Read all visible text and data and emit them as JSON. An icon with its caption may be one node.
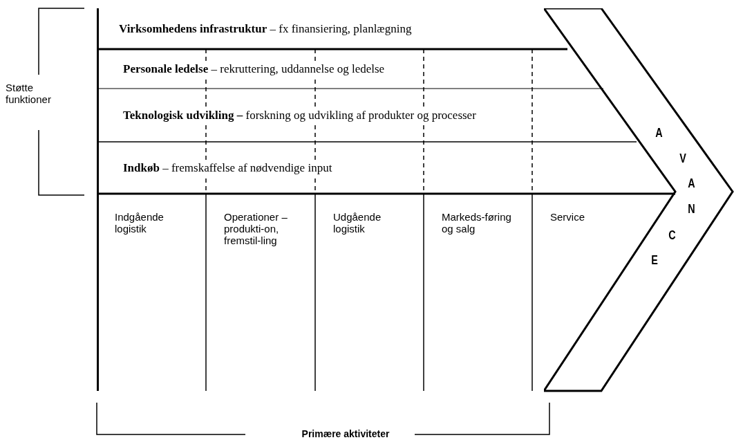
{
  "diagram": {
    "nodes": [
      {
        "text": [
          "**Virksomhedens infrastruktur** –  fx finansiering, planlægning"
        ]
      },
      {
        "text": [
          "**Personale ledelse** – rekruttering, uddannelse og ledelse"
        ]
      },
      {
        "text": [
          "**Teknologisk udvikling –** forskning og udvikling af produkter og processer"
        ]
      },
      {
        "text": [
          "**Indkøb** – fremskaffelse af nødvendige input"
        ]
      },
      {
        "text": [
          "Indgående logistik"
        ]
      },
      {
        "text": [
          "Operationer – produkti-on, fremstil-ling"
        ]
      },
      {
        "text": [
          "Udgående logistik"
        ]
      },
      {
        "text": [
          "Markeds-føring og salg"
        ]
      },
      {
        "text": [
          "Service"
        ]
      },
      {
        "text": [
          "AVANCE"
        ]
      }
    ],
    "edges": [],
    "labels": [
      "Støtte funktioner",
      "Primære aktiviteter"
    ]
  }
}
